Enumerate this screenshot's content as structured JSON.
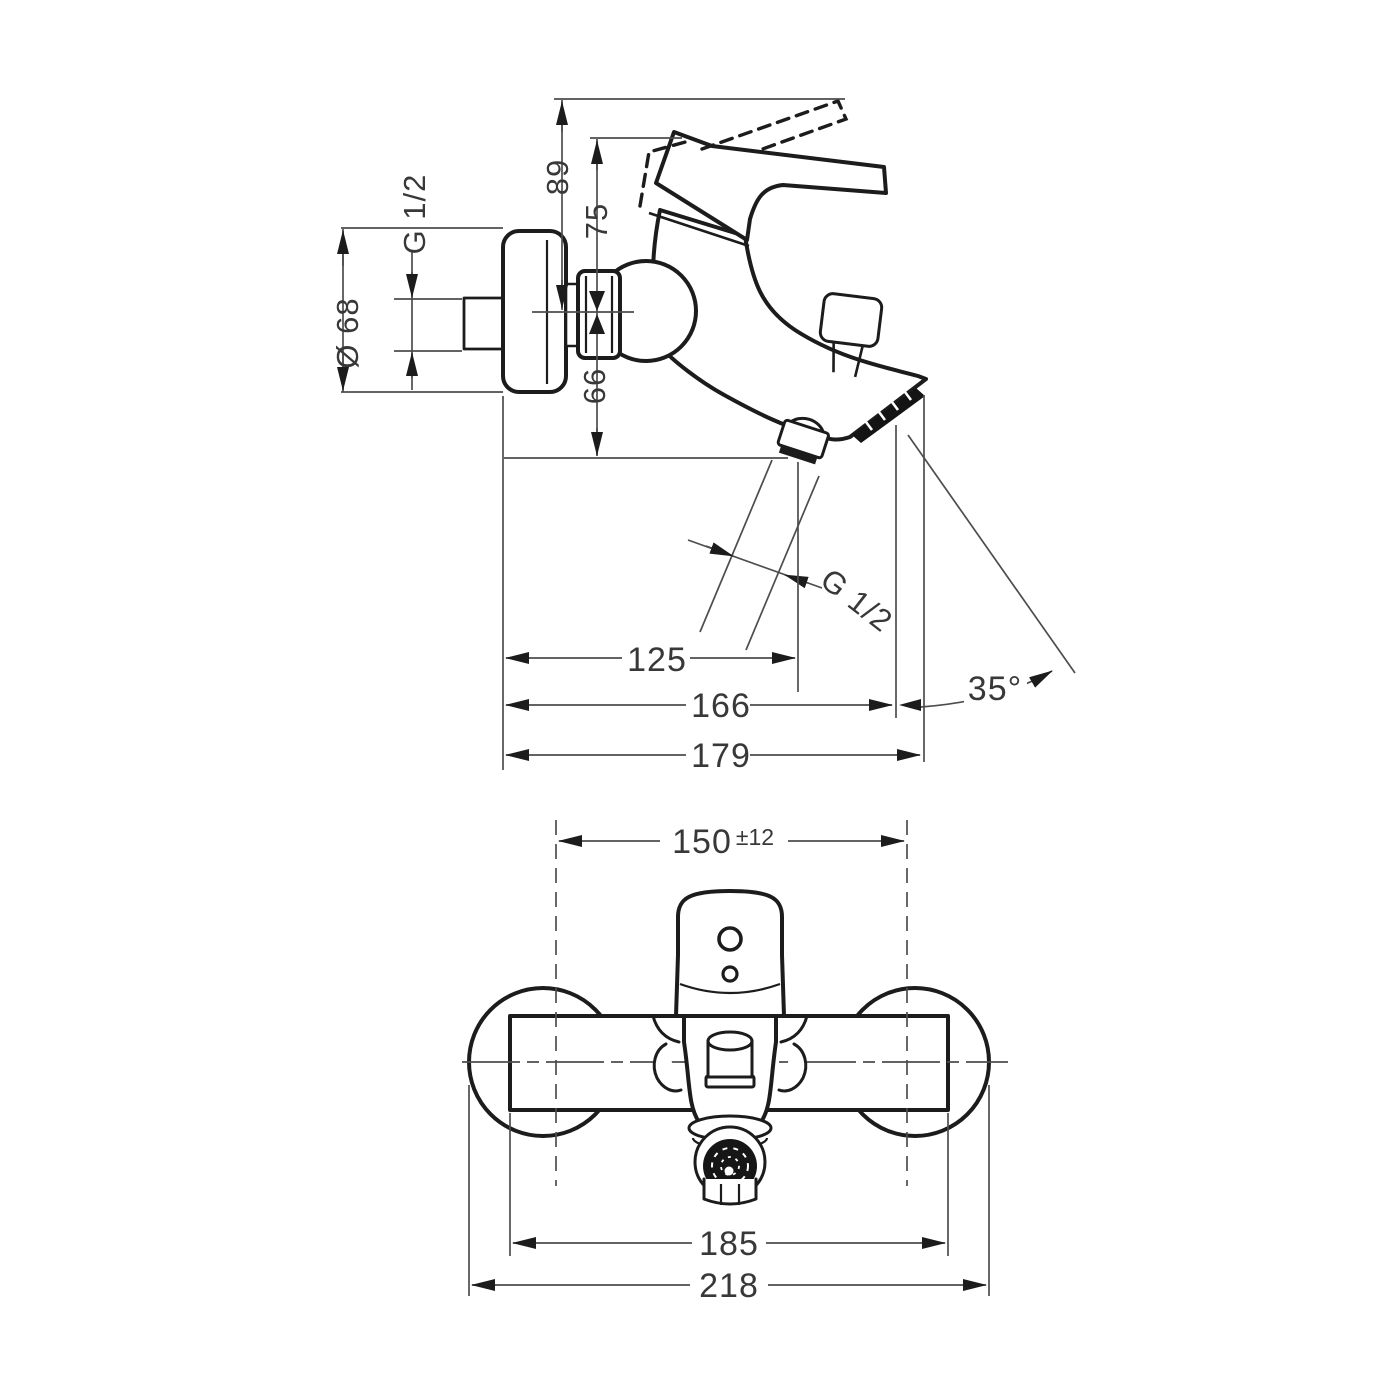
{
  "drawing": {
    "colors": {
      "ink": "#1c1c1c",
      "dimension_lines": "#4d4d4d",
      "background": "#ffffff"
    },
    "side_view": {
      "labels": {
        "wall_thread": "G 1/2",
        "escutcheon_diameter": "Ø 68",
        "height_handle_raised": "89",
        "height_handle": "75",
        "depth_below_axis": "66",
        "projection_shower_outlet": "125",
        "projection_spout": "166",
        "projection_total": "179",
        "shower_outlet_thread": "G 1/2",
        "spout_angle": "35°"
      }
    },
    "front_view": {
      "labels": {
        "connection_distance": "150",
        "connection_tolerance": "±12",
        "body_width": "185",
        "total_width": "218"
      }
    }
  }
}
